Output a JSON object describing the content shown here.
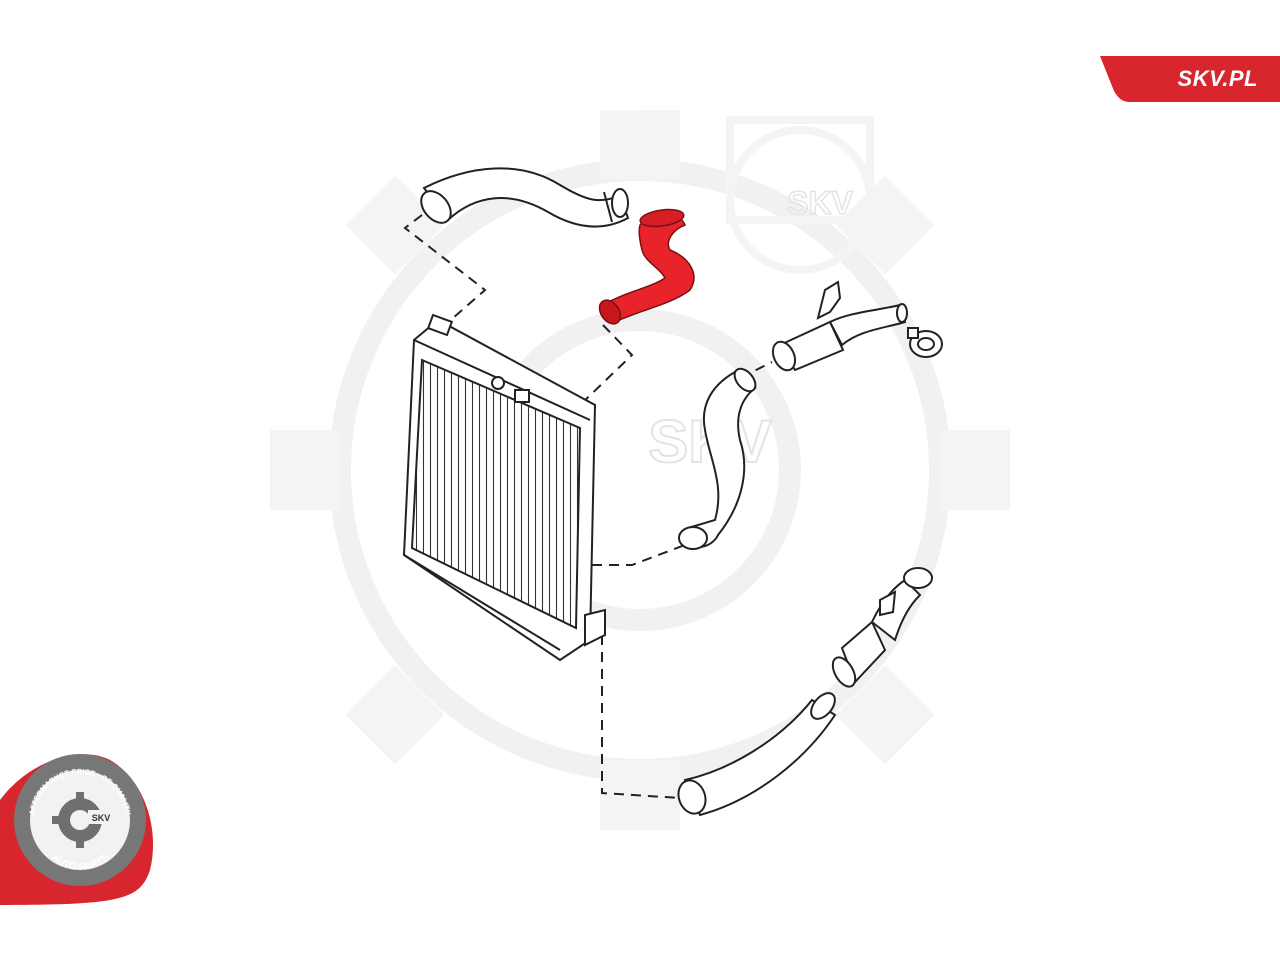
{
  "brand": {
    "site_label": "SKV.PL",
    "accent_color": "#d7262e",
    "watermark_text": "SKV"
  },
  "badge": {
    "ring_text_top": "AFTERMARKET PRICE · OE QUALITY",
    "ring_text_bottom": "AUTO PARTS",
    "center_text": "SKV",
    "ring_color": "#d7262e",
    "inner_color": "#7a7a7a",
    "icon": "gear-logo-icon"
  },
  "diagram": {
    "highlight_color": "#e8232a",
    "line_color": "#222222",
    "parts": [
      "upper-left-hose",
      "highlighted-hose",
      "intercooler",
      "upper-right-pipe-assembly",
      "clamp",
      "middle-hose",
      "lower-right-pipe-assembly",
      "lower-hose"
    ]
  }
}
